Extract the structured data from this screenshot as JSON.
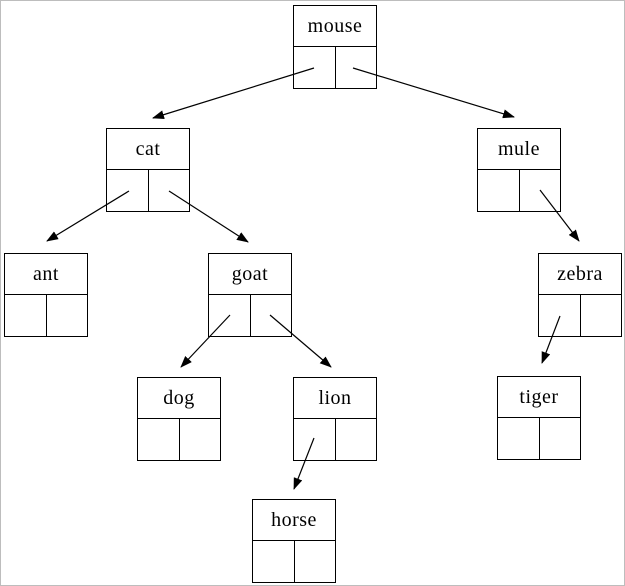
{
  "diagram": {
    "type": "binary-search-tree",
    "background_color": "#ffffff",
    "frame_border_color": "#bdbdbd",
    "node_border_color": "#000000",
    "edge_color": "#000000",
    "nodes": {
      "mouse": {
        "label": "mouse",
        "left": "cat",
        "right": "mule"
      },
      "cat": {
        "label": "cat",
        "left": "ant",
        "right": "goat"
      },
      "mule": {
        "label": "mule",
        "left": null,
        "right": "zebra"
      },
      "ant": {
        "label": "ant",
        "left": null,
        "right": null
      },
      "goat": {
        "label": "goat",
        "left": "dog",
        "right": "lion"
      },
      "zebra": {
        "label": "zebra",
        "left": "tiger",
        "right": null
      },
      "dog": {
        "label": "dog",
        "left": null,
        "right": null
      },
      "lion": {
        "label": "lion",
        "left": "horse",
        "right": null
      },
      "tiger": {
        "label": "tiger",
        "left": null,
        "right": null
      },
      "horse": {
        "label": "horse",
        "left": null,
        "right": null
      }
    },
    "edges": [
      {
        "from": "mouse",
        "pointer": "left",
        "to": "cat"
      },
      {
        "from": "mouse",
        "pointer": "right",
        "to": "mule"
      },
      {
        "from": "cat",
        "pointer": "left",
        "to": "ant"
      },
      {
        "from": "cat",
        "pointer": "right",
        "to": "goat"
      },
      {
        "from": "mule",
        "pointer": "right",
        "to": "zebra"
      },
      {
        "from": "goat",
        "pointer": "left",
        "to": "dog"
      },
      {
        "from": "goat",
        "pointer": "right",
        "to": "lion"
      },
      {
        "from": "zebra",
        "pointer": "left",
        "to": "tiger"
      },
      {
        "from": "lion",
        "pointer": "left",
        "to": "horse"
      }
    ]
  }
}
